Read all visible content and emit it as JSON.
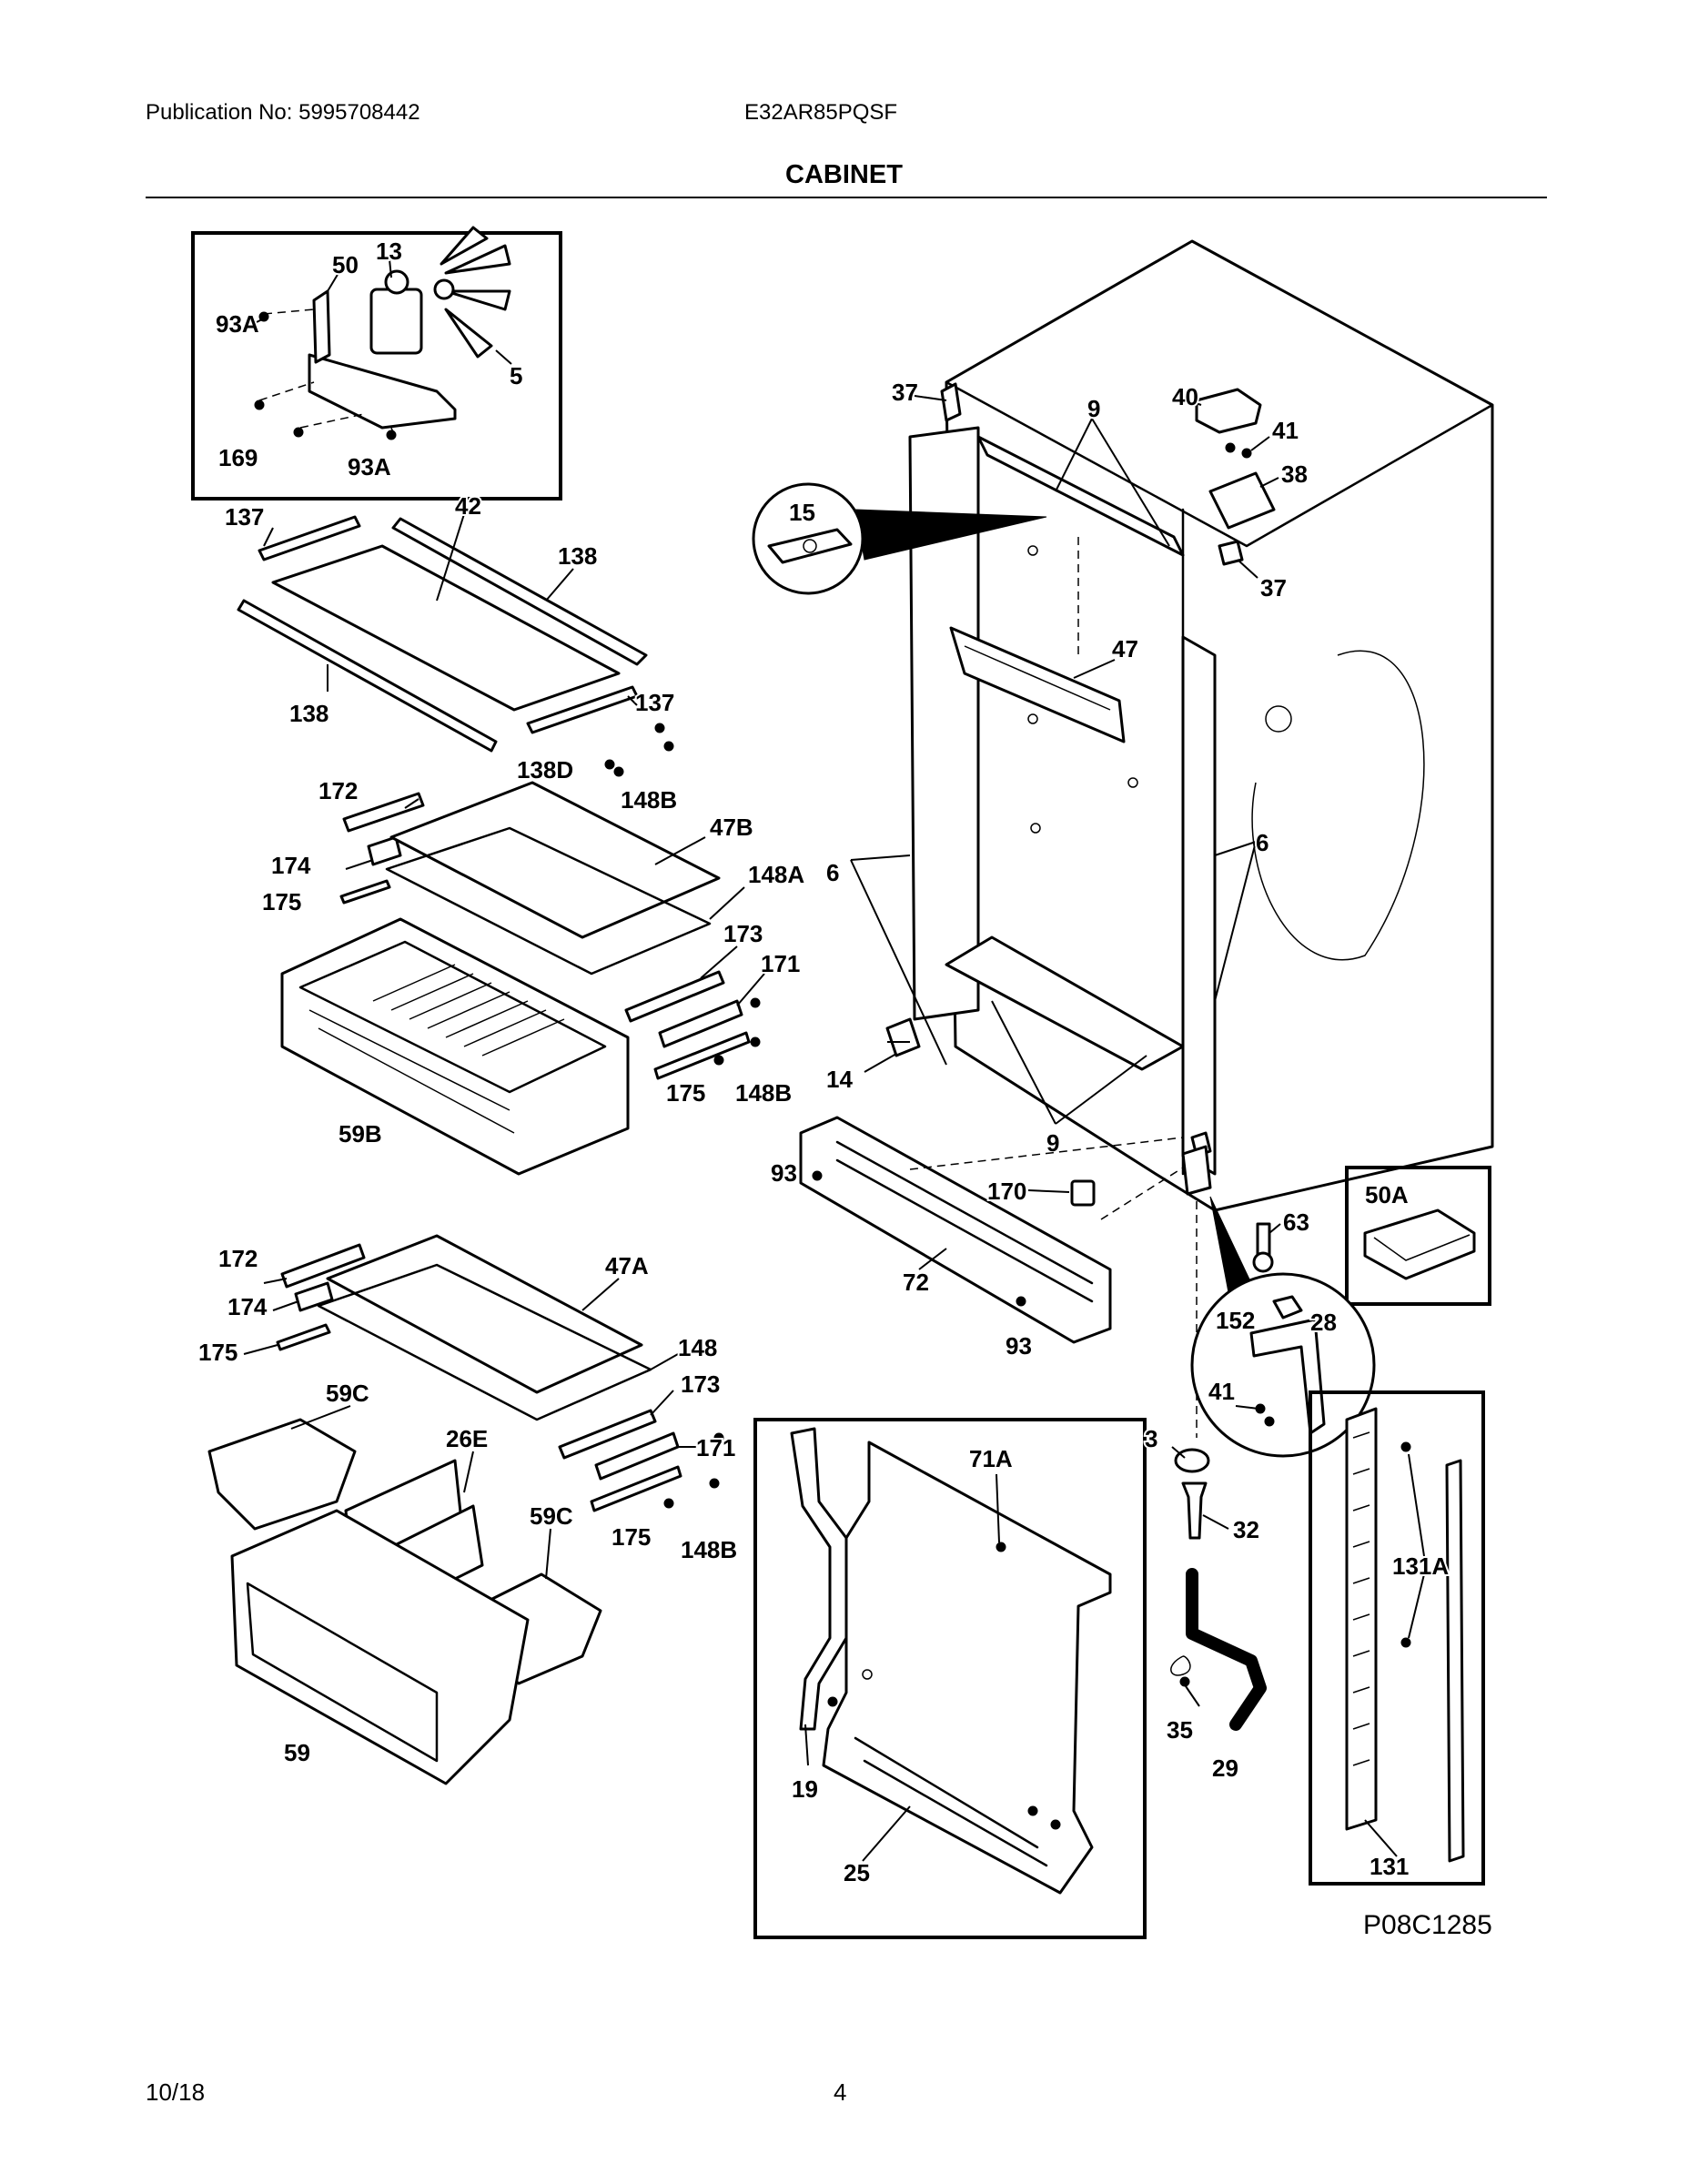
{
  "header": {
    "publication": "Publication No: 5995708442",
    "model": "E32AR85PQSF",
    "section_title": "CABINET"
  },
  "footer": {
    "date": "10/18",
    "page": "4"
  },
  "diagram_id": "P08C1285",
  "labels": {
    "l50": "50",
    "l13": "13",
    "l93A_a": "93A",
    "l5": "5",
    "l169": "169",
    "l93A_b": "93A",
    "l137_a": "137",
    "l42": "42",
    "l138_a": "138",
    "l138_b": "138",
    "l137_b": "137",
    "l138D": "138D",
    "l148B_a": "148B",
    "l172_a": "172",
    "l47B": "47B",
    "l174_a": "174",
    "l148A": "148A",
    "l175_a": "175",
    "l173_a": "173",
    "l171_a": "171",
    "l175_b": "175",
    "l148B_b": "148B",
    "l59B": "59B",
    "l172_b": "172",
    "l47A": "47A",
    "l174_b": "174",
    "l175_c": "175",
    "l148": "148",
    "l59C_a": "59C",
    "l173_b": "173",
    "l26E": "26E",
    "l171_b": "171",
    "l59C_b": "59C",
    "l175_d": "175",
    "l148B_c": "148B",
    "l59": "59",
    "l37_a": "37",
    "l9_a": "9",
    "l40": "40",
    "l41_a": "41",
    "l38": "38",
    "l37_b": "37",
    "l15": "15",
    "l47": "47",
    "l6_a": "6",
    "l6_b": "6",
    "l14": "14",
    "l9_b": "9",
    "l93_a": "93",
    "l170": "170",
    "l63": "63",
    "l50A": "50A",
    "l72": "72",
    "l93_b": "93",
    "l152": "152",
    "l28": "28",
    "l41_b": "41",
    "l71A": "71A",
    "l3": "3",
    "l32": "32",
    "l131A": "131A",
    "l35": "35",
    "l29": "29",
    "l19": "19",
    "l25": "25",
    "l131": "131"
  }
}
